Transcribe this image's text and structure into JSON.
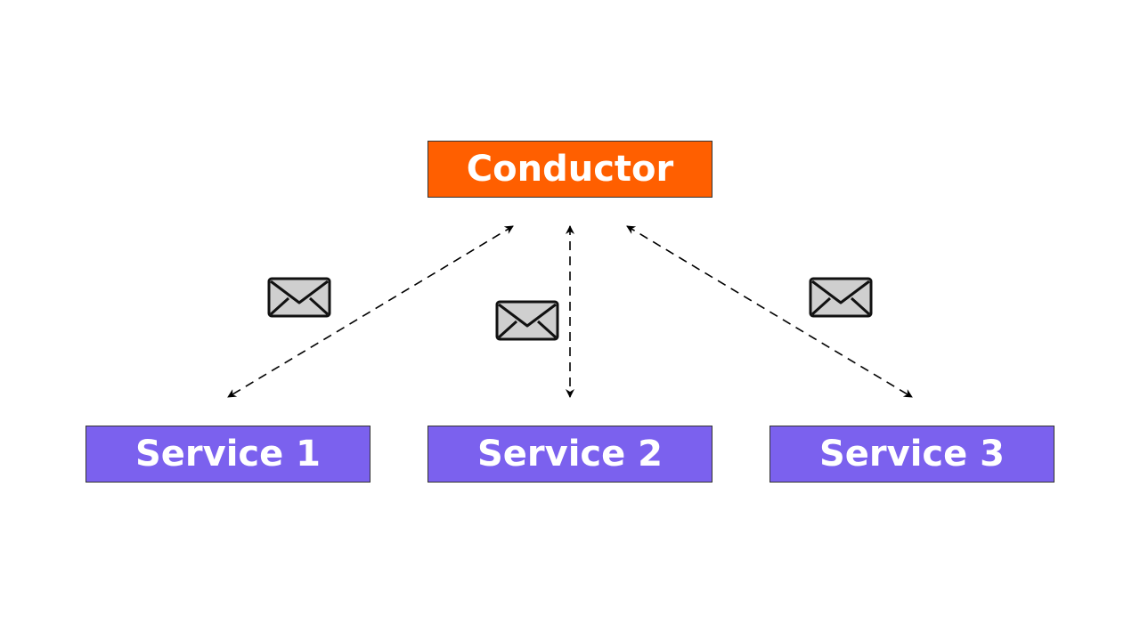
{
  "nodes": {
    "conductor": {
      "label": "Conductor"
    },
    "services": [
      {
        "label": "Service 1"
      },
      {
        "label": "Service 2"
      },
      {
        "label": "Service 3"
      }
    ]
  },
  "edges": [
    {
      "from": "conductor",
      "to": "Service 1",
      "style": "dashed",
      "arrows": "both",
      "icon": "envelope-icon"
    },
    {
      "from": "conductor",
      "to": "Service 2",
      "style": "dashed",
      "arrows": "both",
      "icon": "envelope-icon"
    },
    {
      "from": "conductor",
      "to": "Service 3",
      "style": "dashed",
      "arrows": "both",
      "icon": "envelope-icon"
    }
  ],
  "colors": {
    "conductor": "#ff5f00",
    "service": "#7b61ee",
    "envelope_fill": "#cfcfcf",
    "envelope_stroke": "#111111",
    "line": "#000000"
  }
}
